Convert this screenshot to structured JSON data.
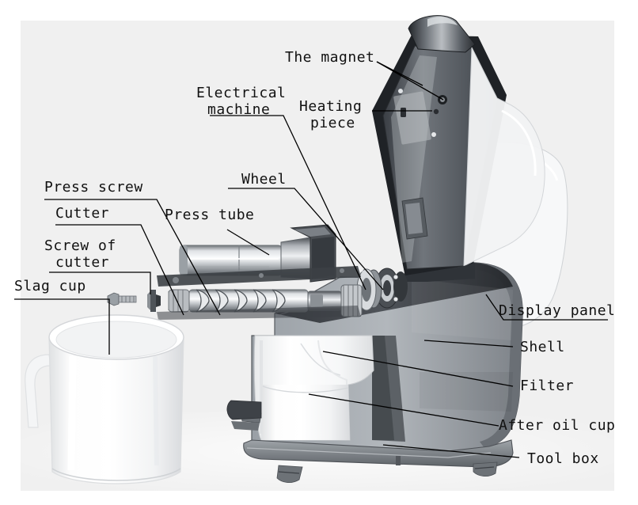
{
  "figure": {
    "type": "exploded-parts-diagram",
    "subject": "oil press machine",
    "background_color": "#f0f0f0",
    "outer_color": "#ffffff",
    "label_color": "#111111",
    "leader_color": "#000000"
  },
  "labels": {
    "the_magnet": "The magnet",
    "electrical_machine_l1": "Electrical",
    "electrical_machine_l2": "machine",
    "heating_piece_l1": "Heating",
    "heating_piece_l2": "piece",
    "press_screw": "Press screw",
    "wheel": "Wheel",
    "press_tube": "Press tube",
    "cutter": "Cutter",
    "screw_of_cutter_l1": "Screw of",
    "screw_of_cutter_l2": "cutter",
    "slag_cup": "Slag cup",
    "display_panel": "Display panel",
    "shell": "Shell",
    "filter": "Filter",
    "after_oil_cup": "After oil cup",
    "tool_box": "Tool box"
  },
  "parts": [
    {
      "name": "The magnet",
      "side": "top",
      "callouts": 2
    },
    {
      "name": "Electrical machine",
      "side": "top-left",
      "callouts": 1
    },
    {
      "name": "Heating piece",
      "side": "top-middle",
      "callouts": 1
    },
    {
      "name": "Press screw",
      "side": "left",
      "callouts": 1
    },
    {
      "name": "Cutter",
      "side": "left",
      "callouts": 1
    },
    {
      "name": "Screw of cutter",
      "side": "left",
      "callouts": 1
    },
    {
      "name": "Slag cup",
      "side": "left",
      "callouts": 1
    },
    {
      "name": "Wheel",
      "side": "middle",
      "callouts": 1
    },
    {
      "name": "Press tube",
      "side": "middle",
      "callouts": 1
    },
    {
      "name": "Display panel",
      "side": "right",
      "callouts": 1
    },
    {
      "name": "Shell",
      "side": "right",
      "callouts": 1
    },
    {
      "name": "Filter",
      "side": "right",
      "callouts": 1
    },
    {
      "name": "After oil cup",
      "side": "right",
      "callouts": 1
    },
    {
      "name": "Tool box",
      "side": "right",
      "callouts": 1
    }
  ]
}
